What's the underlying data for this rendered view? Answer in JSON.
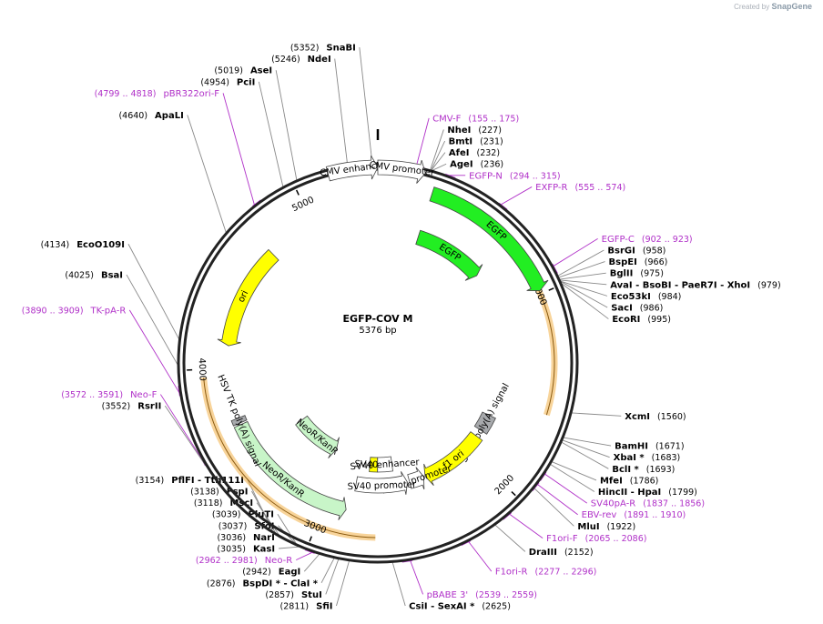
{
  "watermark": {
    "prefix": "Created by",
    "brand": "SnapGene"
  },
  "plasmid": {
    "name": "EGFP-COV M",
    "length": 5376,
    "length_label": "5376 bp"
  },
  "ticks": [
    {
      "pos": 1000,
      "label": "1000"
    },
    {
      "pos": 2000,
      "label": "2000"
    },
    {
      "pos": 3000,
      "label": "3000"
    },
    {
      "pos": 4000,
      "label": "4000"
    },
    {
      "pos": 5000,
      "label": "5000"
    }
  ],
  "enzymes": [
    {
      "name": "SnaBI",
      "pos": "(5352)",
      "bp": 5352
    },
    {
      "name": "NdeI",
      "pos": "(5246)",
      "bp": 5246
    },
    {
      "name": "AseI",
      "pos": "(5019)",
      "bp": 5019
    },
    {
      "name": "PciI",
      "pos": "(4954)",
      "bp": 4954
    },
    {
      "name": "ApaLI",
      "pos": "(4640)",
      "bp": 4640
    },
    {
      "name": "EcoO109I",
      "pos": "(4134)",
      "bp": 4134
    },
    {
      "name": "BsaI",
      "pos": "(4025)",
      "bp": 4025
    },
    {
      "name": "RsrII",
      "pos": "(3552)",
      "bp": 3552
    },
    {
      "name": "PflFI - Tth111I",
      "pos": "(3154)",
      "bp": 3154
    },
    {
      "name": "FspI",
      "pos": "(3138)",
      "bp": 3138
    },
    {
      "name": "MscI",
      "pos": "(3118)",
      "bp": 3118
    },
    {
      "name": "PluTI",
      "pos": "(3039)",
      "bp": 3039
    },
    {
      "name": "SfoI",
      "pos": "(3037)",
      "bp": 3037
    },
    {
      "name": "NarI",
      "pos": "(3036)",
      "bp": 3036
    },
    {
      "name": "KasI",
      "pos": "(3035)",
      "bp": 3035
    },
    {
      "name": "EagI",
      "pos": "(2942)",
      "bp": 2942
    },
    {
      "name": "BspDI * - ClaI *",
      "pos": "(2876)",
      "bp": 2876
    },
    {
      "name": "StuI",
      "pos": "(2857)",
      "bp": 2857
    },
    {
      "name": "SfiI",
      "pos": "(2811)",
      "bp": 2811
    },
    {
      "name": "CsiI - SexAI *",
      "pos": "(2625)",
      "bp": 2625
    },
    {
      "name": "DraIII",
      "pos": "(2152)",
      "bp": 2152
    },
    {
      "name": "MluI",
      "pos": "(1922)",
      "bp": 1922
    },
    {
      "name": "HincII - HpaI",
      "pos": "(1799)",
      "bp": 1799
    },
    {
      "name": "MfeI",
      "pos": "(1786)",
      "bp": 1786
    },
    {
      "name": "BclI *",
      "pos": "(1693)",
      "bp": 1693
    },
    {
      "name": "XbaI *",
      "pos": "(1683)",
      "bp": 1683
    },
    {
      "name": "BamHI",
      "pos": "(1671)",
      "bp": 1671
    },
    {
      "name": "XcmI",
      "pos": "(1560)",
      "bp": 1560
    },
    {
      "name": "EcoRI",
      "pos": "(995)",
      "bp": 995
    },
    {
      "name": "SacI",
      "pos": "(986)",
      "bp": 986
    },
    {
      "name": "Eco53kI",
      "pos": "(984)",
      "bp": 984
    },
    {
      "name": "AvaI - BsoBI - PaeR7I - XhoI",
      "pos": "(979)",
      "bp": 979
    },
    {
      "name": "BglII",
      "pos": "(975)",
      "bp": 975
    },
    {
      "name": "BspEI",
      "pos": "(966)",
      "bp": 966
    },
    {
      "name": "BsrGI",
      "pos": "(958)",
      "bp": 958
    },
    {
      "name": "AgeI",
      "pos": "(236)",
      "bp": 236
    },
    {
      "name": "AfeI",
      "pos": "(232)",
      "bp": 232
    },
    {
      "name": "BmtI",
      "pos": "(231)",
      "bp": 231
    },
    {
      "name": "NheI",
      "pos": "(227)",
      "bp": 227
    }
  ],
  "primers": [
    {
      "name": "CMV-F",
      "pos": "(155 .. 175)",
      "start": 155,
      "end": 175
    },
    {
      "name": "EGFP-N",
      "pos": "(294 .. 315)",
      "start": 294,
      "end": 315
    },
    {
      "name": "EXFP-R",
      "pos": "(555 .. 574)",
      "start": 555,
      "end": 574
    },
    {
      "name": "EGFP-C",
      "pos": "(902 .. 923)",
      "start": 902,
      "end": 923
    },
    {
      "name": "SV40pA-R",
      "pos": "(1837 .. 1856)",
      "start": 1837,
      "end": 1856
    },
    {
      "name": "EBV-rev",
      "pos": "(1891 .. 1910)",
      "start": 1891,
      "end": 1910
    },
    {
      "name": "F1ori-F",
      "pos": "(2065 .. 2086)",
      "start": 2065,
      "end": 2086
    },
    {
      "name": "F1ori-R",
      "pos": "(2277 .. 2296)",
      "start": 2277,
      "end": 2296
    },
    {
      "name": "pBABE 3'",
      "pos": "(2539 .. 2559)",
      "start": 2539,
      "end": 2559
    },
    {
      "name": "Neo-R",
      "pos": "(2962 .. 2981)",
      "start": 2962,
      "end": 2981
    },
    {
      "name": "Neo-F",
      "pos": "(3572 .. 3591)",
      "start": 3572,
      "end": 3591
    },
    {
      "name": "TK-pA-R",
      "pos": "(3890 .. 3909)",
      "start": 3890,
      "end": 3909
    },
    {
      "name": "pBR322ori-F",
      "pos": "(4799 .. 4818)",
      "start": 4799,
      "end": 4818
    }
  ],
  "features": [
    {
      "name": "CMV enhancer",
      "start": 5156,
      "end": 5376,
      "ring": 215,
      "color": "#ffffff",
      "dir": 1
    },
    {
      "name": "CMV promoter",
      "start": 0,
      "end": 210,
      "ring": 215,
      "color": "#ffffff",
      "dir": 1
    },
    {
      "name": "EGFP",
      "start": 265,
      "end": 985,
      "ring": 195,
      "color": "#22ee22",
      "dir": 1
    },
    {
      "name": "EGFP",
      "start": 265,
      "end": 725,
      "ring": 145,
      "color": "#22ee22",
      "dir": 1
    },
    {
      "name": "SV40 poly(A) signal",
      "start": 1720,
      "end": 1840,
      "ring": 135,
      "color": "#a7a9ac",
      "dir": 0
    },
    {
      "name": "f1 ori",
      "start": 1890,
      "end": 2350,
      "ring": 135,
      "color": "#ffff00",
      "dir": 1
    },
    {
      "name": "AmpR promoter",
      "start": 2360,
      "end": 2465,
      "ring": 135,
      "color": "#ffffff",
      "dir": -1
    },
    {
      "name": "SV40 promoter",
      "start": 2480,
      "end": 2840,
      "ring": 135,
      "color": "#ffffff",
      "dir": -1
    },
    {
      "name": "SV40 ori",
      "start": 2690,
      "end": 2755,
      "ring": 112,
      "color": "#ffff00",
      "dir": 0
    },
    {
      "name": "SV40 enhancer",
      "start": 2570,
      "end": 2690,
      "ring": 112,
      "color": "#ffffff",
      "dir": 0
    },
    {
      "name": "NeoR/KanR",
      "start": 2870,
      "end": 3670,
      "ring": 165,
      "color": "#c8f5c8",
      "dir": -1
    },
    {
      "name": "NeoR/KanR",
      "start": 3070,
      "end": 3480,
      "ring": 105,
      "color": "#c8f5c8",
      "dir": -1
    },
    {
      "name": "HSV TK poly(A) signal",
      "start": 3680,
      "end": 3710,
      "ring": 165,
      "color": "#a7a9ac",
      "dir": 0
    },
    {
      "name": "ori",
      "start": 4130,
      "end": 4720,
      "ring": 165,
      "color": "#ffff00",
      "dir": -1
    }
  ],
  "orfs": [
    {
      "start": 265,
      "end": 1600,
      "dir": 1,
      "color": "#f0a020"
    },
    {
      "start": 2700,
      "end": 3960,
      "dir": -1,
      "color": "#f0a020"
    },
    {
      "start": 3000,
      "end": 3650,
      "dir": -1,
      "color": "#f0a020"
    }
  ]
}
